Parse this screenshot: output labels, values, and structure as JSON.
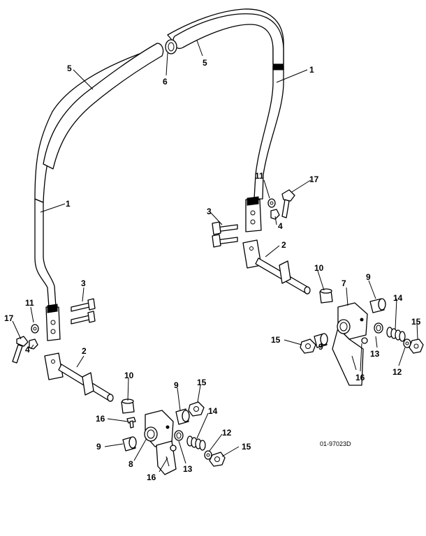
{
  "figure_id": "01-97023D",
  "callouts": {
    "c1a": "1",
    "c1b": "1",
    "c2a": "2",
    "c2b": "2",
    "c3a": "3",
    "c3b": "3",
    "c4a": "4",
    "c4b": "4",
    "c5a": "5",
    "c5b": "5",
    "c6": "6",
    "c7": "7",
    "c8": "8",
    "c9a": "9",
    "c9b": "9",
    "c9c": "9",
    "c9d": "9",
    "c10a": "10",
    "c10b": "10",
    "c11a": "11",
    "c11b": "11",
    "c12a": "12",
    "c12b": "12",
    "c13a": "13",
    "c13b": "13",
    "c14a": "14",
    "c14b": "14",
    "c15a": "15",
    "c15b": "15",
    "c15c": "15",
    "c15d": "15",
    "c16a": "16",
    "c16b": "16",
    "c16c": "16",
    "c17a": "17",
    "c17b": "17"
  }
}
